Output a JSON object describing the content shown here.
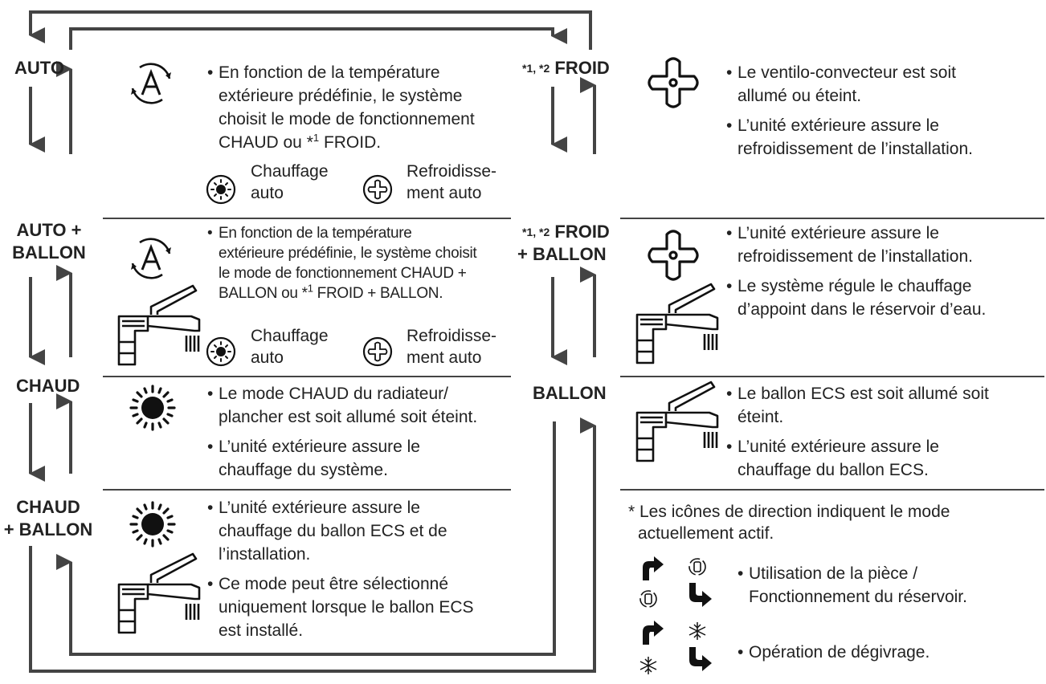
{
  "modes": {
    "auto": "AUTO",
    "auto_ballon_1": "AUTO +",
    "auto_ballon_2": "BALLON",
    "chaud": "CHAUD",
    "chaud_ballon_1": "CHAUD",
    "chaud_ballon_2": "+ BALLON",
    "froid_sup": "*1, *2",
    "froid": "FROID",
    "froid_ballon_sup": "*1, *2",
    "froid_ballon_1": "FROID",
    "froid_ballon_2": "+ BALLON",
    "ballon": "BALLON"
  },
  "descriptions": {
    "auto": {
      "b1_l1": "En fonction de la température",
      "b1_l2": "extérieure prédéfinie, le système",
      "b1_l3": "choisit le mode de fonctionnement",
      "b1_l4_pre": "CHAUD ou *",
      "b1_l4_sup": "1",
      "b1_l4_post": " FROID."
    },
    "auto_ballon": {
      "b1_l1": "En fonction de la température",
      "b1_l2": "extérieure prédéfinie, le système choisit",
      "b1_l3": "le mode de fonctionnement CHAUD +",
      "b1_l4_pre": "BALLON ou *",
      "b1_l4_sup": "1",
      "b1_l4_post": " FROID + BALLON."
    },
    "chaud": {
      "b1_l1": "Le mode CHAUD du radiateur/",
      "b1_l2": "plancher est soit allumé soit éteint.",
      "b2_l1": "L’unité extérieure assure le",
      "b2_l2": "chauffage du système."
    },
    "chaud_ballon": {
      "b1_l1": "L’unité extérieure assure le",
      "b1_l2": "chauffage du ballon ECS et de",
      "b1_l3": "l’installation.",
      "b2_l1": "Ce mode peut être sélectionné",
      "b2_l2": "uniquement lorsque le ballon ECS",
      "b2_l3": "est installé."
    },
    "froid": {
      "b1_l1": "Le ventilo-convecteur est soit",
      "b1_l2": "allumé ou éteint.",
      "b2_l1": "L’unité extérieure assure le",
      "b2_l2": "refroidissement de l’installation."
    },
    "froid_ballon": {
      "b1_l1": "L’unité extérieure assure le",
      "b1_l2": "refroidissement de l’installation.",
      "b2_l1": "Le système régule le chauffage",
      "b2_l2": "d’appoint dans le réservoir d’eau."
    },
    "ballon": {
      "b1_l1": "Le ballon ECS est soit allumé soit",
      "b1_l2": "éteint.",
      "b2_l1": "L’unité extérieure assure le",
      "b2_l2": "chauffage du ballon ECS."
    }
  },
  "sublabels": {
    "chauffage_1": "Chauffage",
    "chauffage_2": "auto",
    "refroid_1": "Refroidisse-",
    "refroid_2": "ment auto"
  },
  "footnote": {
    "line1": "* Les icônes de direction indiquent le mode",
    "line2": "actuellement actif.",
    "legend1_l1": "Utilisation de la pièce /",
    "legend1_l2": "Fonctionnement du réservoir.",
    "legend2": "Opération de dégivrage."
  }
}
